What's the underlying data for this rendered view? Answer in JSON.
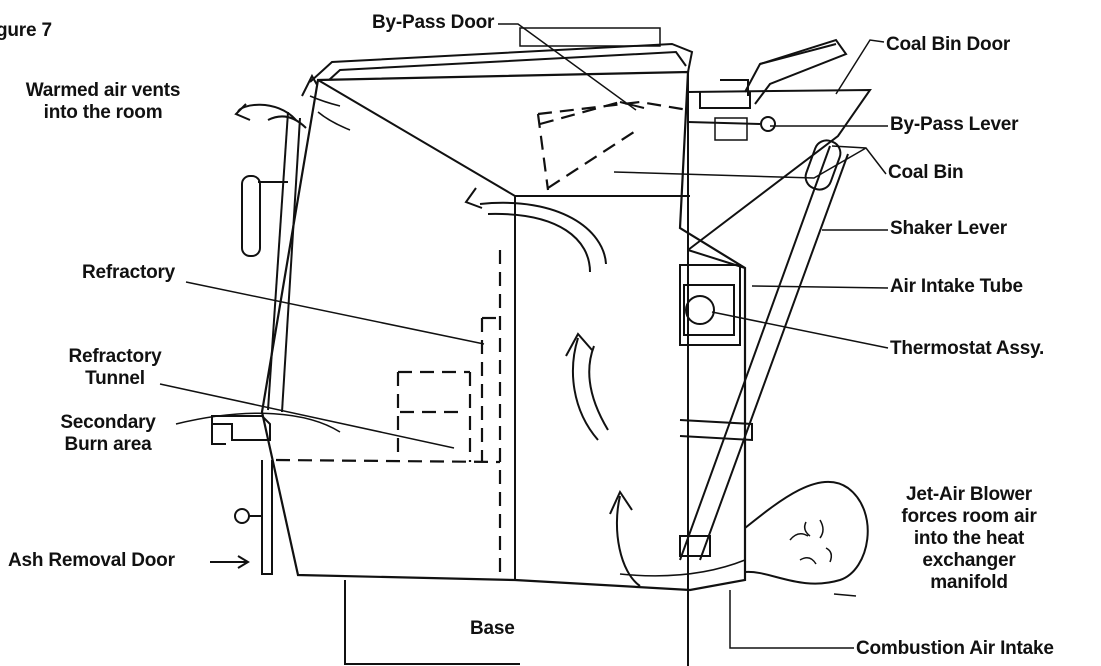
{
  "figure_label": "gure 7",
  "labels": {
    "bypass_door": "By-Pass Door",
    "coal_bin_door": "Coal Bin Door",
    "warmed_air_line1": "Warmed air vents",
    "warmed_air_line2": "into the room",
    "bypass_lever": "By-Pass Lever",
    "coal_bin": "Coal Bin",
    "shaker_lever": "Shaker Lever",
    "refractory": "Refractory",
    "air_intake_tube": "Air Intake Tube",
    "thermostat": "Thermostat Assy.",
    "refractory_tunnel_line1": "Refractory",
    "refractory_tunnel_line2": "Tunnel",
    "secondary_burn_line1": "Secondary",
    "secondary_burn_line2": "Burn area",
    "blower_line1": "Jet-Air Blower",
    "blower_line2": "forces room air",
    "blower_line3": "into the heat",
    "blower_line4": "exchanger",
    "blower_line5": "manifold",
    "ash_door": "Ash Removal Door",
    "base": "Base",
    "combustion_air": "Combustion Air Intake"
  }
}
